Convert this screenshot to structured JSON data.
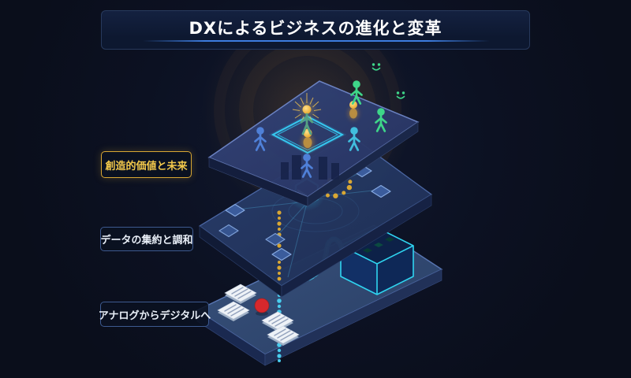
{
  "title": {
    "text": "DXによるビジネスの進化と変革"
  },
  "layers": [
    {
      "label": "創造的価値と未来",
      "theme": "gold",
      "elements": [
        "idea-person-icon",
        "person-icon",
        "smiley-icon",
        "highlight-diamond",
        "bar-chart-silhouette"
      ]
    },
    {
      "label": "データの集約と調和",
      "theme": "blue",
      "elements": [
        "hexagon-core-icon",
        "gold-dot-ring",
        "chip-tile",
        "network-lines",
        "gold-data-stream"
      ]
    },
    {
      "label": "アナログからデジタルへ",
      "theme": "blue",
      "elements": [
        "document-icon",
        "red-alert-dot",
        "server-box-icon",
        "data-cable",
        "cyan-data-stream"
      ]
    }
  ],
  "colors": {
    "bg": "#0a0e1b",
    "panel": "#0d1830",
    "panel-border": "#27395c",
    "title-underline": "#3d7de0",
    "gold": "#d9a733",
    "gold-text": "#f2c84b",
    "label-border": "#3d5a90",
    "label-text": "#e9eff8",
    "cyan": "#3fd0f0",
    "green": "#3ed689",
    "blue-figure": "#4f80d8",
    "red": "#d7282c",
    "platform-top": "#2f3e72",
    "platform-middle": "#243864",
    "platform-bottom": "#35507e"
  }
}
